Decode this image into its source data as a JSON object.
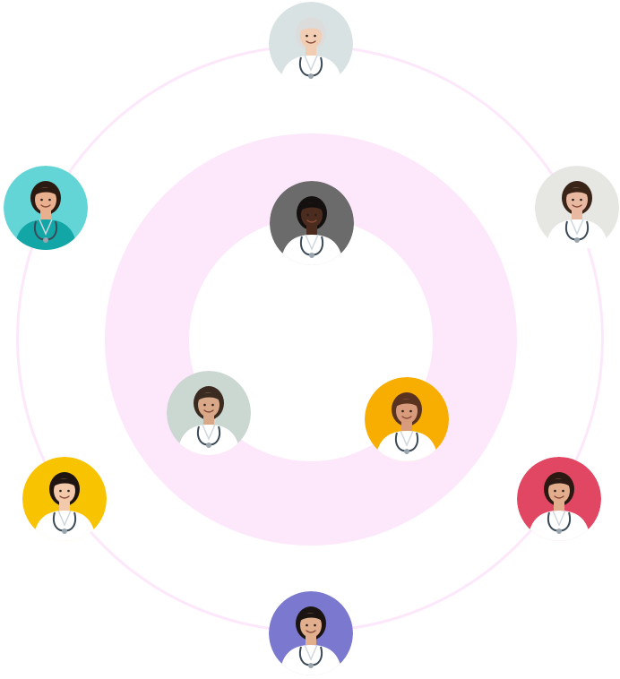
{
  "rings": {
    "accent_color": "#fde8fb"
  },
  "avatars": [
    {
      "name": "doctor-elderly-woman",
      "background": "#d9e2e3",
      "top_color": "#ffffff",
      "skin": "#f1cdb4",
      "hair": "#dcdcdc"
    },
    {
      "name": "nurse-teal-scrubs",
      "background": "#64d5d6",
      "top_color": "#13a6a6",
      "skin": "#e8b08f",
      "hair": "#2b1a12"
    },
    {
      "name": "doctor-woman-dark-hair",
      "background": "#e6e6e3",
      "top_color": "#ffffff",
      "skin": "#e8b8a0",
      "hair": "#3a2418"
    },
    {
      "name": "doctor-woman-glasses",
      "background": "#6b6b6b",
      "top_color": "#ffffff",
      "skin": "#4b2c1e",
      "hair": "#141010"
    },
    {
      "name": "doctor-man-smiling",
      "background": "#cbd7d1",
      "top_color": "#ffffff",
      "skin": "#d9a888",
      "hair": "#3a2a20"
    },
    {
      "name": "doctor-man-beard",
      "background": "#f7ae00",
      "top_color": "#ffffff",
      "skin": "#d89c7c",
      "hair": "#5a3320"
    },
    {
      "name": "doctor-woman-yellow-bg",
      "background": "#f8c300",
      "top_color": "#ffffff",
      "skin": "#f2c9aa",
      "hair": "#1f1410"
    },
    {
      "name": "doctor-woman-red-bg",
      "background": "#e14663",
      "top_color": "#ffffff",
      "skin": "#e2ad8d",
      "hair": "#2a1812"
    },
    {
      "name": "doctor-man-purple-bg",
      "background": "#7b79cf",
      "top_color": "#ffffff",
      "skin": "#e1ae8e",
      "hair": "#1b1411"
    }
  ]
}
